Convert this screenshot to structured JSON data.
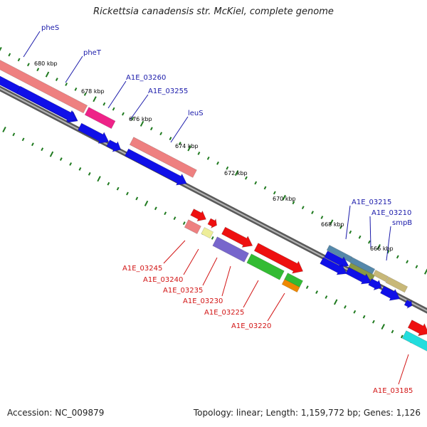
{
  "title": "Rickettsia canadensis str. McKiel, complete genome",
  "footer": {
    "accession": "Accession: NC_009879",
    "summary": "Topology: linear; Length: 1,159,772 bp; Genes: 1,126"
  },
  "ruler_labels": [
    "680 kbp",
    "678 kbp",
    "676 kbp",
    "674 kbp",
    "672 kbp",
    "670 kbp",
    "668 kbp",
    "666 kbp"
  ],
  "gene_labels_forward": [
    "pheS",
    "pheT",
    "A1E_03260",
    "A1E_03255",
    "leuS",
    "A1E_03215",
    "A1E_03210",
    "smpB"
  ],
  "gene_labels_reverse": [
    "A1E_03245",
    "A1E_03240",
    "A1E_03235",
    "A1E_03230",
    "A1E_03225",
    "A1E_03220",
    "A1E_03185"
  ],
  "colors": {
    "forward_label": "#1a1aaa",
    "reverse_label": "#d21414",
    "backbone": "#7a7a7a",
    "ruler_tick": "#1f7a1f",
    "cds_blue": "#1010e8",
    "cds_red": "#ee1010",
    "gene_salmon": "#ee8080",
    "gene_magenta": "#ee2288",
    "gene_green": "#33bb33",
    "gene_purple": "#7766cc",
    "gene_khaki": "#c8b878",
    "gene_yellow": "#eeee99",
    "gene_orange": "#ee8800",
    "gene_steel": "#5588aa",
    "gene_olive": "#889944",
    "gene_cyan": "#22dddd"
  }
}
